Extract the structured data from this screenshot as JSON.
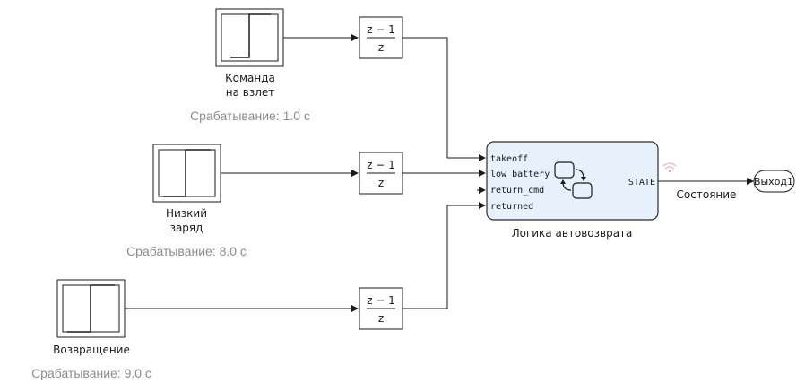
{
  "sources": [
    {
      "label_lines": [
        "Команда",
        "на взлет"
      ],
      "trigger": "Срабатывание: 1.0 с"
    },
    {
      "label_lines": [
        "Низкий",
        "заряд"
      ],
      "trigger": "Срабатывание: 8.0 с"
    },
    {
      "label_lines": [
        "Возвращение"
      ],
      "trigger": "Срабатывание: 9.0 с"
    }
  ],
  "delays": [
    {
      "num": "z − 1",
      "den": "z"
    },
    {
      "num": "z − 1",
      "den": "z"
    },
    {
      "num": "z − 1",
      "den": "z"
    }
  ],
  "chart": {
    "name": "Логика автовозврата",
    "inputs": [
      "takeoff",
      "low_battery",
      "return_cmd",
      "returned"
    ],
    "output": "STATE"
  },
  "signal": {
    "name": "Состояние"
  },
  "outport": {
    "label": "Выход1"
  },
  "colors": {
    "chart_fill": "#e6f1fb",
    "chart_stroke": "#2b2b2b",
    "trigger_text": "#8c8c8c",
    "signal_icon": "#e0a9a9"
  }
}
